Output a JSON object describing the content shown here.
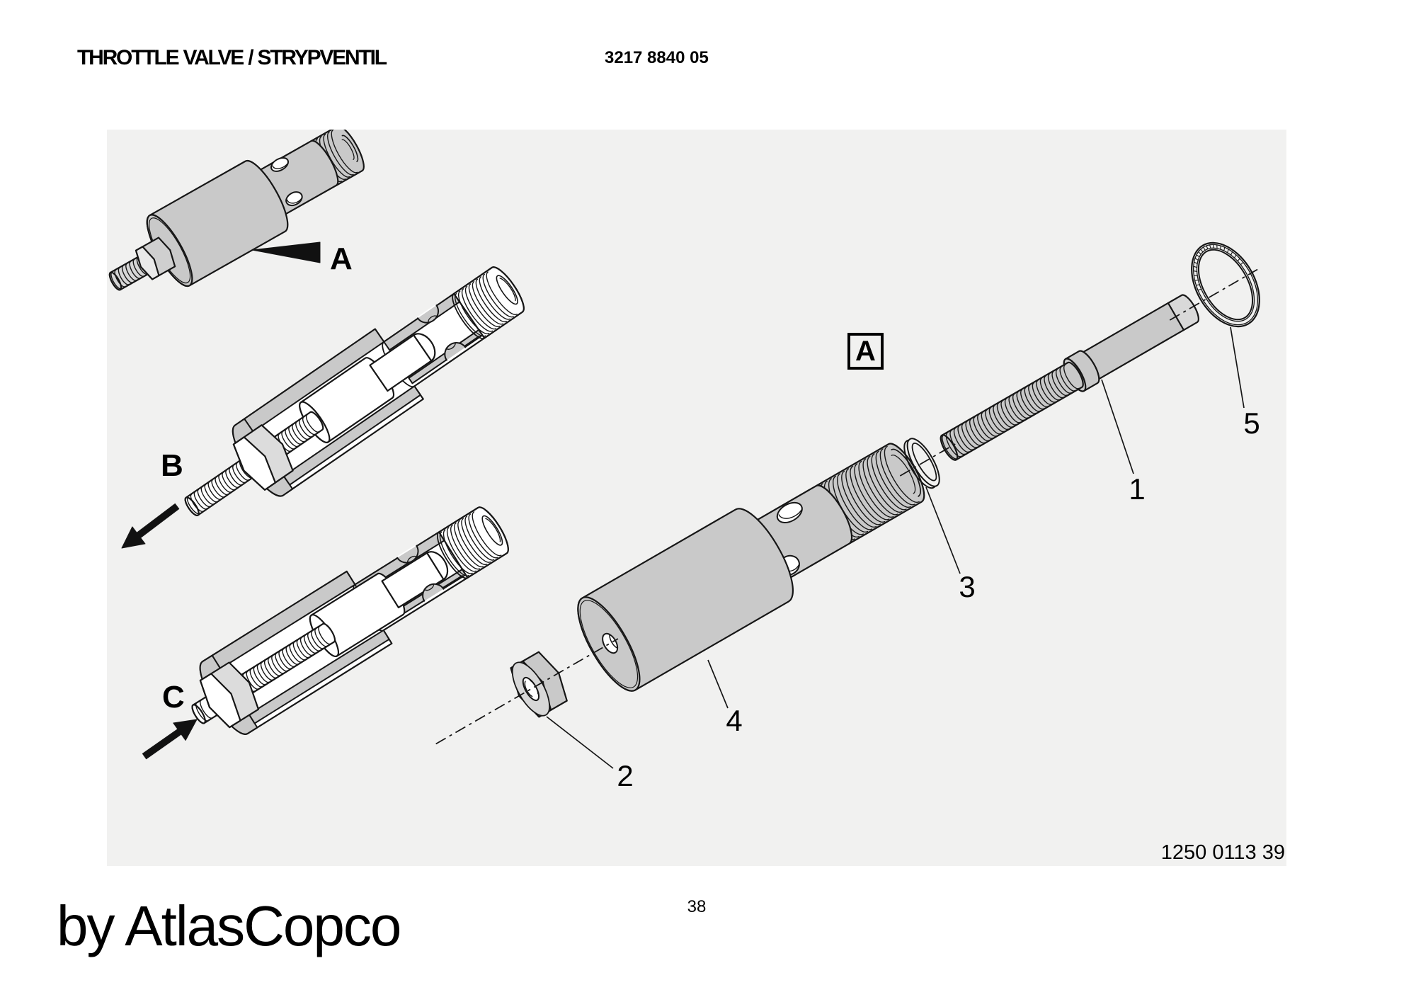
{
  "header": {
    "title": "THROTTLE VALVE / STRYPVENTIL",
    "part_number": "3217 8840 05"
  },
  "figure": {
    "background": "#f1f1f0",
    "drawing_number": "1250 0113 39",
    "detail_marker": "A",
    "view_labels": {
      "a": "A",
      "b": "B",
      "c": "C"
    },
    "part_labels": {
      "p1": "1",
      "p2": "2",
      "p3": "3",
      "p4": "4",
      "p5": "5"
    }
  },
  "colors": {
    "page_background": "#ffffff",
    "panel_background": "#f1f1f0",
    "part_fill": "#c9c9c9",
    "line_ink": "#161616",
    "text": "#000000"
  },
  "footer": {
    "page_number": "38",
    "byline": "by AtlasCopco"
  }
}
